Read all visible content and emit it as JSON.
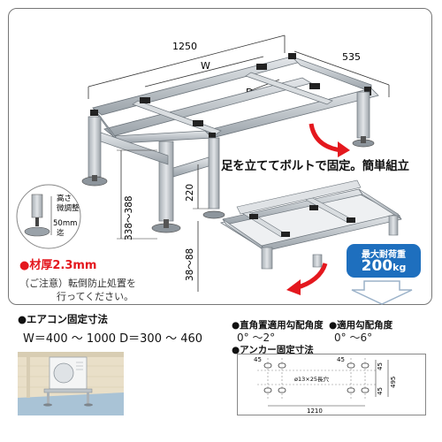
{
  "dimensions": {
    "length": "1250",
    "depth": "535",
    "width_var": "W",
    "depth_var": "D",
    "height_lower": "220",
    "height_range": "338～388",
    "foot_range": "38～88"
  },
  "adjust_note": [
    "高さ",
    "微調整",
    "50mm",
    "迄"
  ],
  "material": "●材厚2.3mm",
  "caution_lines": [
    "（ご注意）転倒防止処置を",
    "行ってください。"
  ],
  "assembly_caption": "足を立ててボルトで固定。簡単組立",
  "load": {
    "label": "最大耐荷重",
    "value": "200",
    "unit": "kg"
  },
  "aircon_fix": {
    "title": "●エアコン固定寸法",
    "range": "W＝400 ～ 1000  D＝300 ～ 460"
  },
  "angle_right": {
    "title": "●直角置適用勾配角度",
    "value": "0° ～2°"
  },
  "angle_applied": {
    "title": "●適用勾配角度",
    "value": "0° ～6°"
  },
  "anchor": {
    "title": "●アンカー固定寸法",
    "left_gap": "45",
    "right_gap": "45",
    "top_gap": "45",
    "bottom_gap": "45",
    "hole": "ø13×25長穴",
    "total_depth": "495",
    "total_width": "1210"
  },
  "colors": {
    "accent": "#e4181e",
    "badge": "#1e6fbe",
    "steel": "#c9ced3",
    "steel_dark": "#8d959c"
  }
}
